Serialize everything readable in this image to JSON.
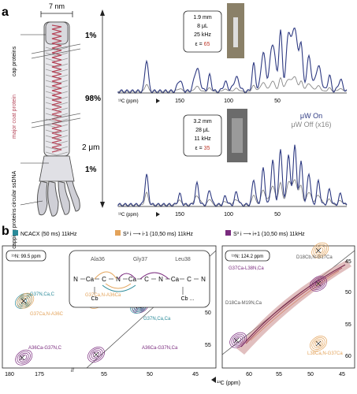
{
  "panel_a": {
    "label": "a",
    "diagram": {
      "width_label": "7 nm",
      "length_label": "2 μm",
      "regions": [
        {
          "name": "cap proteins",
          "percent": "1%"
        },
        {
          "name": "major coat protein",
          "percent": "98%"
        },
        {
          "name": "capping proteins",
          "percent": "1%"
        }
      ],
      "dna_label": "circular ssDNA"
    },
    "spectra": [
      {
        "params": [
          "1.9 mm",
          "8 μL",
          "25 kHz"
        ],
        "epsilon_label": "ε = ",
        "epsilon_value": "65",
        "axis_label": "¹³C (ppm)",
        "ticks": [
          "150",
          "100",
          "50"
        ]
      },
      {
        "params": [
          "3.2 mm",
          "28 μL",
          "11 kHz"
        ],
        "epsilon_label": "ε = ",
        "epsilon_value": "35",
        "axis_label": "¹³C (ppm)",
        "ticks": [
          "150",
          "100",
          "50"
        ]
      }
    ],
    "legend": {
      "on": "μW On",
      "off": "μW Off (x16)"
    },
    "colors": {
      "on": "#2e3a82",
      "off": "#888888",
      "epsilon": "#c0392b",
      "major_coat": "#b5475a"
    }
  },
  "panel_b": {
    "label": "b",
    "legend": [
      {
        "text": "NCACX (50 ms) 11kHz",
        "color": "#2a8a99"
      },
      {
        "text": "S³ i ⟶ i-1 (10,50 ms) 11kHz",
        "color": "#e3a35a"
      },
      {
        "text": "S³ i ⟶ i+1 (10,50 ms) 11kHz",
        "color": "#7a2b7e"
      }
    ],
    "residues": [
      "Ala36",
      "Gly37",
      "Leu38"
    ],
    "chain": [
      "N",
      "Ca",
      "C",
      "N",
      "Ca",
      "C",
      "N",
      "Ca",
      "C",
      "N"
    ],
    "side_chains": [
      "Cb",
      "Cb ..."
    ],
    "left_plot": {
      "n15_label": "¹⁵N: 99.5 ppm",
      "x_ticks": [
        "180",
        "175",
        "55",
        "50",
        "45"
      ],
      "y_ticks": [
        "50",
        "55"
      ],
      "peaks": [
        "G37N,Ca,C",
        "G37Ca,N-A36C",
        "G37Ca,N-A36Ca",
        "G37N,Ca,Ca",
        "A36Ca-G37N,C",
        "A36Ca-G37N,Ca"
      ]
    },
    "right_plot": {
      "n15_label": "¹⁵N: 124.2 ppm",
      "x_ticks": [
        "60",
        "55",
        "50",
        "45"
      ],
      "y_ticks": [
        "45",
        "50",
        "55",
        "60"
      ],
      "peaks": [
        "D18Cb,N-G17Ca",
        "G37Ca-L38N,Ca",
        "D18Ca-M19N,Ca",
        "L38Ca,N-G37Ca"
      ]
    },
    "x_axis_label": "¹³C (ppm)"
  }
}
